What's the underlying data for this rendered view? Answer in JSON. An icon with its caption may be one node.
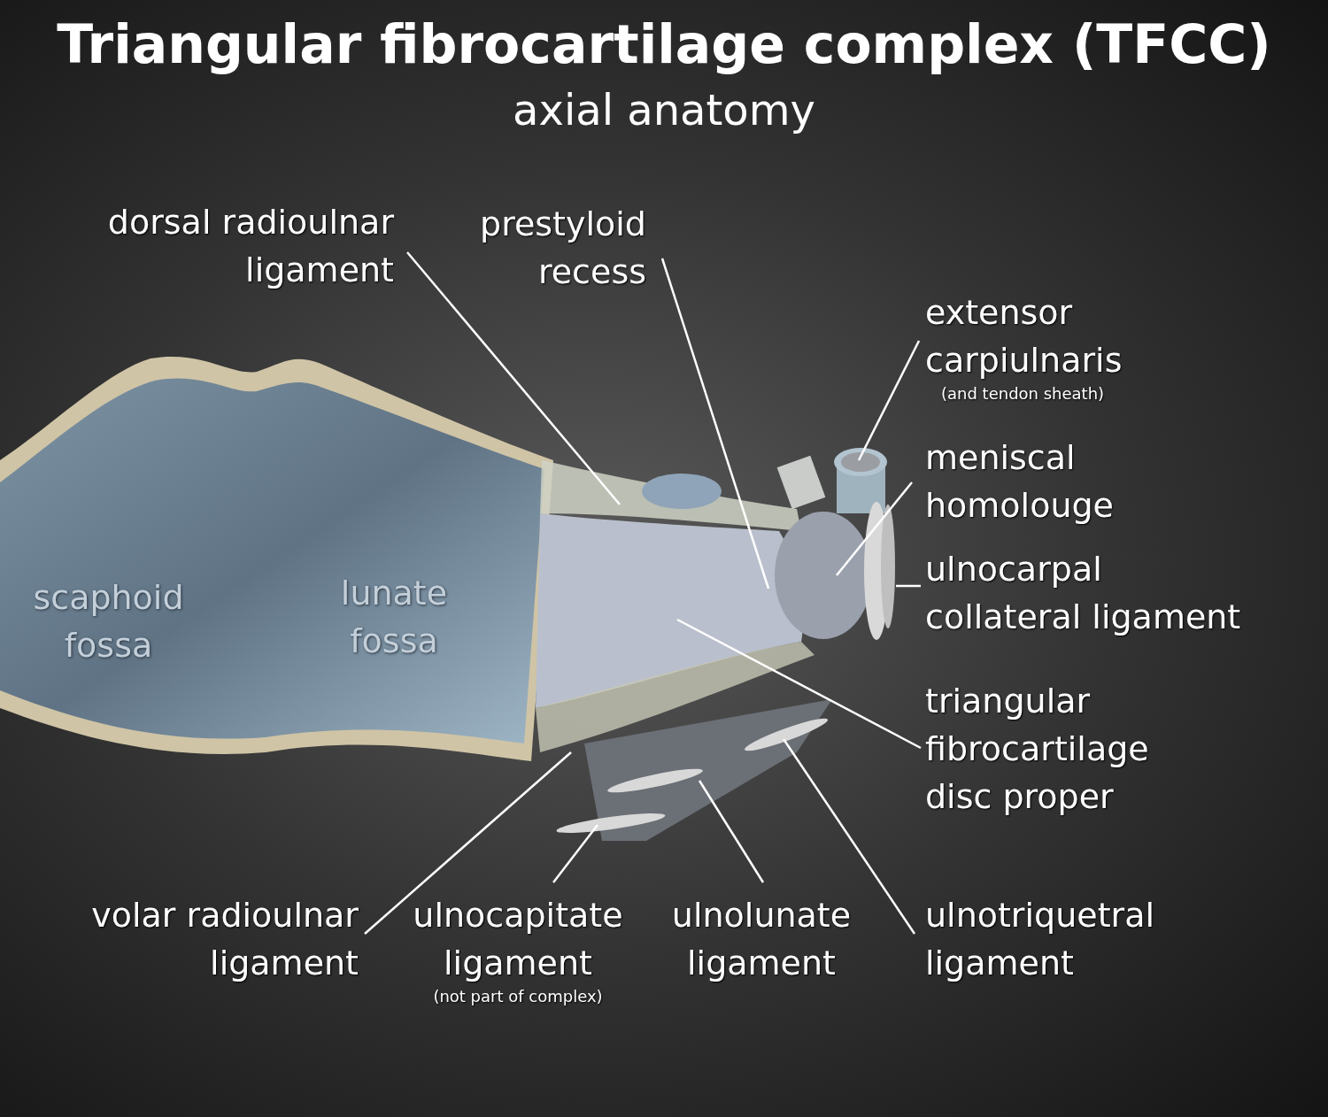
{
  "diagram": {
    "title": "Triangular fibrocartilage complex (TFCC)",
    "nodes": [
      {
        "text": [
          "dorsal radioulnar ligament"
        ]
      },
      {
        "text": [
          "prestyloid recess"
        ]
      },
      {
        "text": [
          "extensor carpiulnaris",
          "(and tendon sheath)"
        ]
      },
      {
        "text": [
          "meniscal homolouge"
        ]
      },
      {
        "text": [
          "ulnocarpal collateral ligament"
        ]
      },
      {
        "text": [
          "triangular fibrocartilage disc proper"
        ]
      },
      {
        "text": [
          "volar radioulnar ligament"
        ]
      },
      {
        "text": [
          "ulnocapitate ligament",
          "(not part of complex)"
        ]
      },
      {
        "text": [
          "ulnolunate ligament"
        ]
      },
      {
        "text": [
          "ulnotriquetral ligament"
        ]
      }
    ],
    "edges": [
      {
        "from": 0,
        "to": null,
        "arrow": "none"
      },
      {
        "from": 1,
        "to": null,
        "arrow": "none"
      },
      {
        "from": 2,
        "to": null,
        "arrow": "none"
      },
      {
        "from": 3,
        "to": null,
        "arrow": "none"
      },
      {
        "from": 4,
        "to": null,
        "arrow": "none"
      },
      {
        "from": 5,
        "to": null,
        "arrow": "none"
      },
      {
        "from": 6,
        "to": null,
        "arrow": "none"
      },
      {
        "from": 7,
        "to": null,
        "arrow": "none"
      },
      {
        "from": 8,
        "to": null,
        "arrow": "none"
      },
      {
        "from": 9,
        "to": null,
        "arrow": "none"
      }
    ],
    "labels": [
      "axial anatomy",
      "scaphoid fossa",
      "lunate fossa"
    ]
  }
}
